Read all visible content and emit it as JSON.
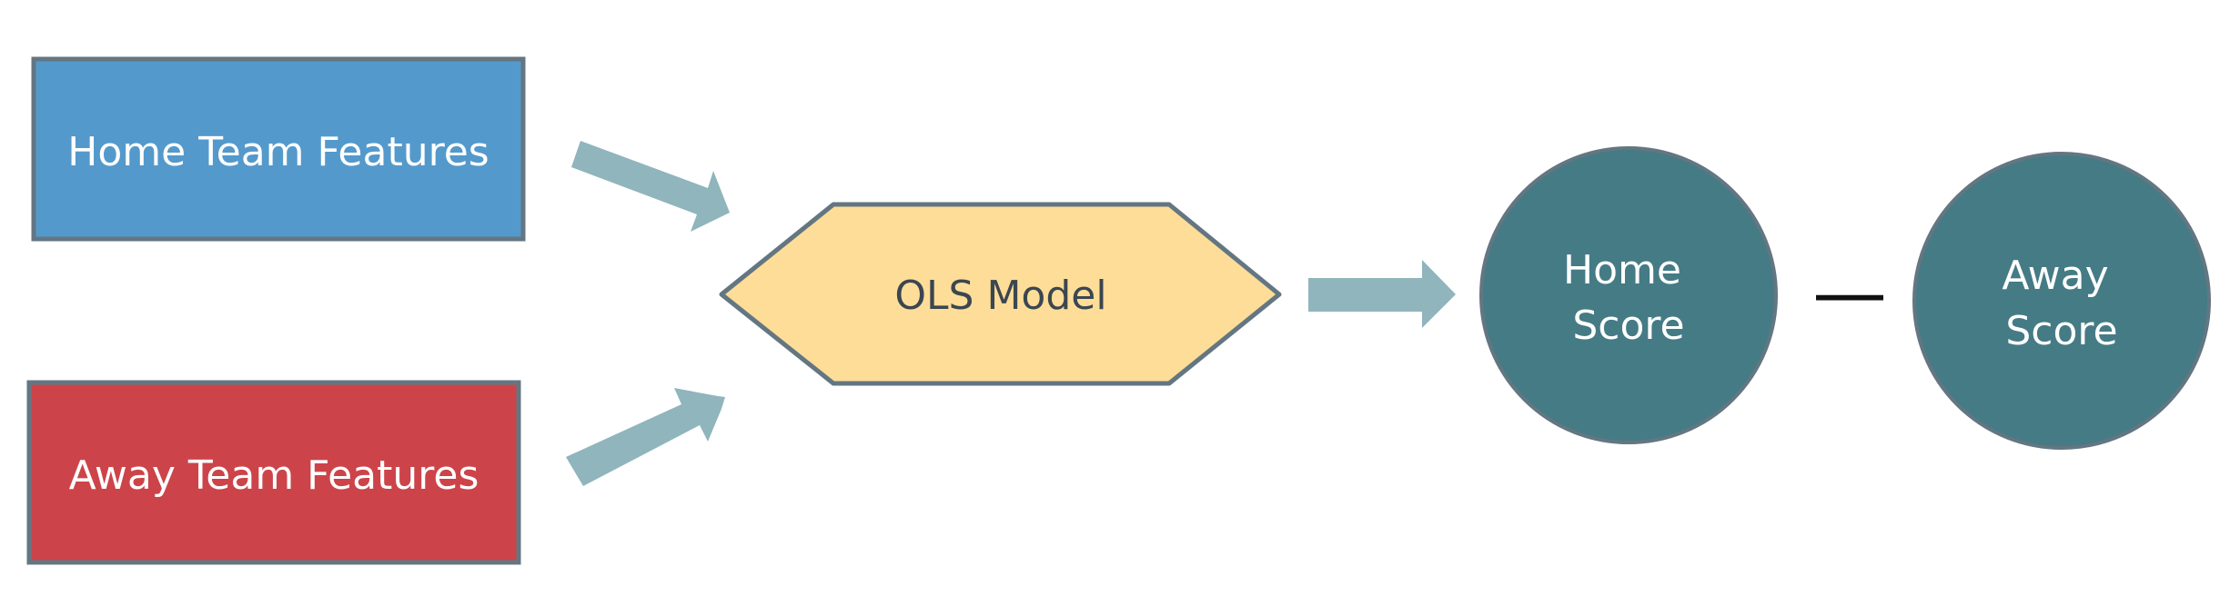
{
  "nodes": {
    "home_features": {
      "label": "Home Team Features"
    },
    "away_features": {
      "label": "Away Team Features"
    },
    "model": {
      "label": "OLS Model"
    },
    "home_score": {
      "lines": [
        "Home",
        "Score"
      ]
    },
    "away_score": {
      "lines": [
        "Away",
        "Score"
      ]
    }
  },
  "operator": {
    "symbol": "—"
  },
  "colors": {
    "home_box": "#5499CC",
    "away_box": "#CC4449",
    "model_fill": "#FDDD98",
    "score_circle": "#457B85",
    "arrow": "#90B5BC",
    "border": "#637682",
    "white_text": "#FFFFFF",
    "dark_text": "#3B4650"
  }
}
